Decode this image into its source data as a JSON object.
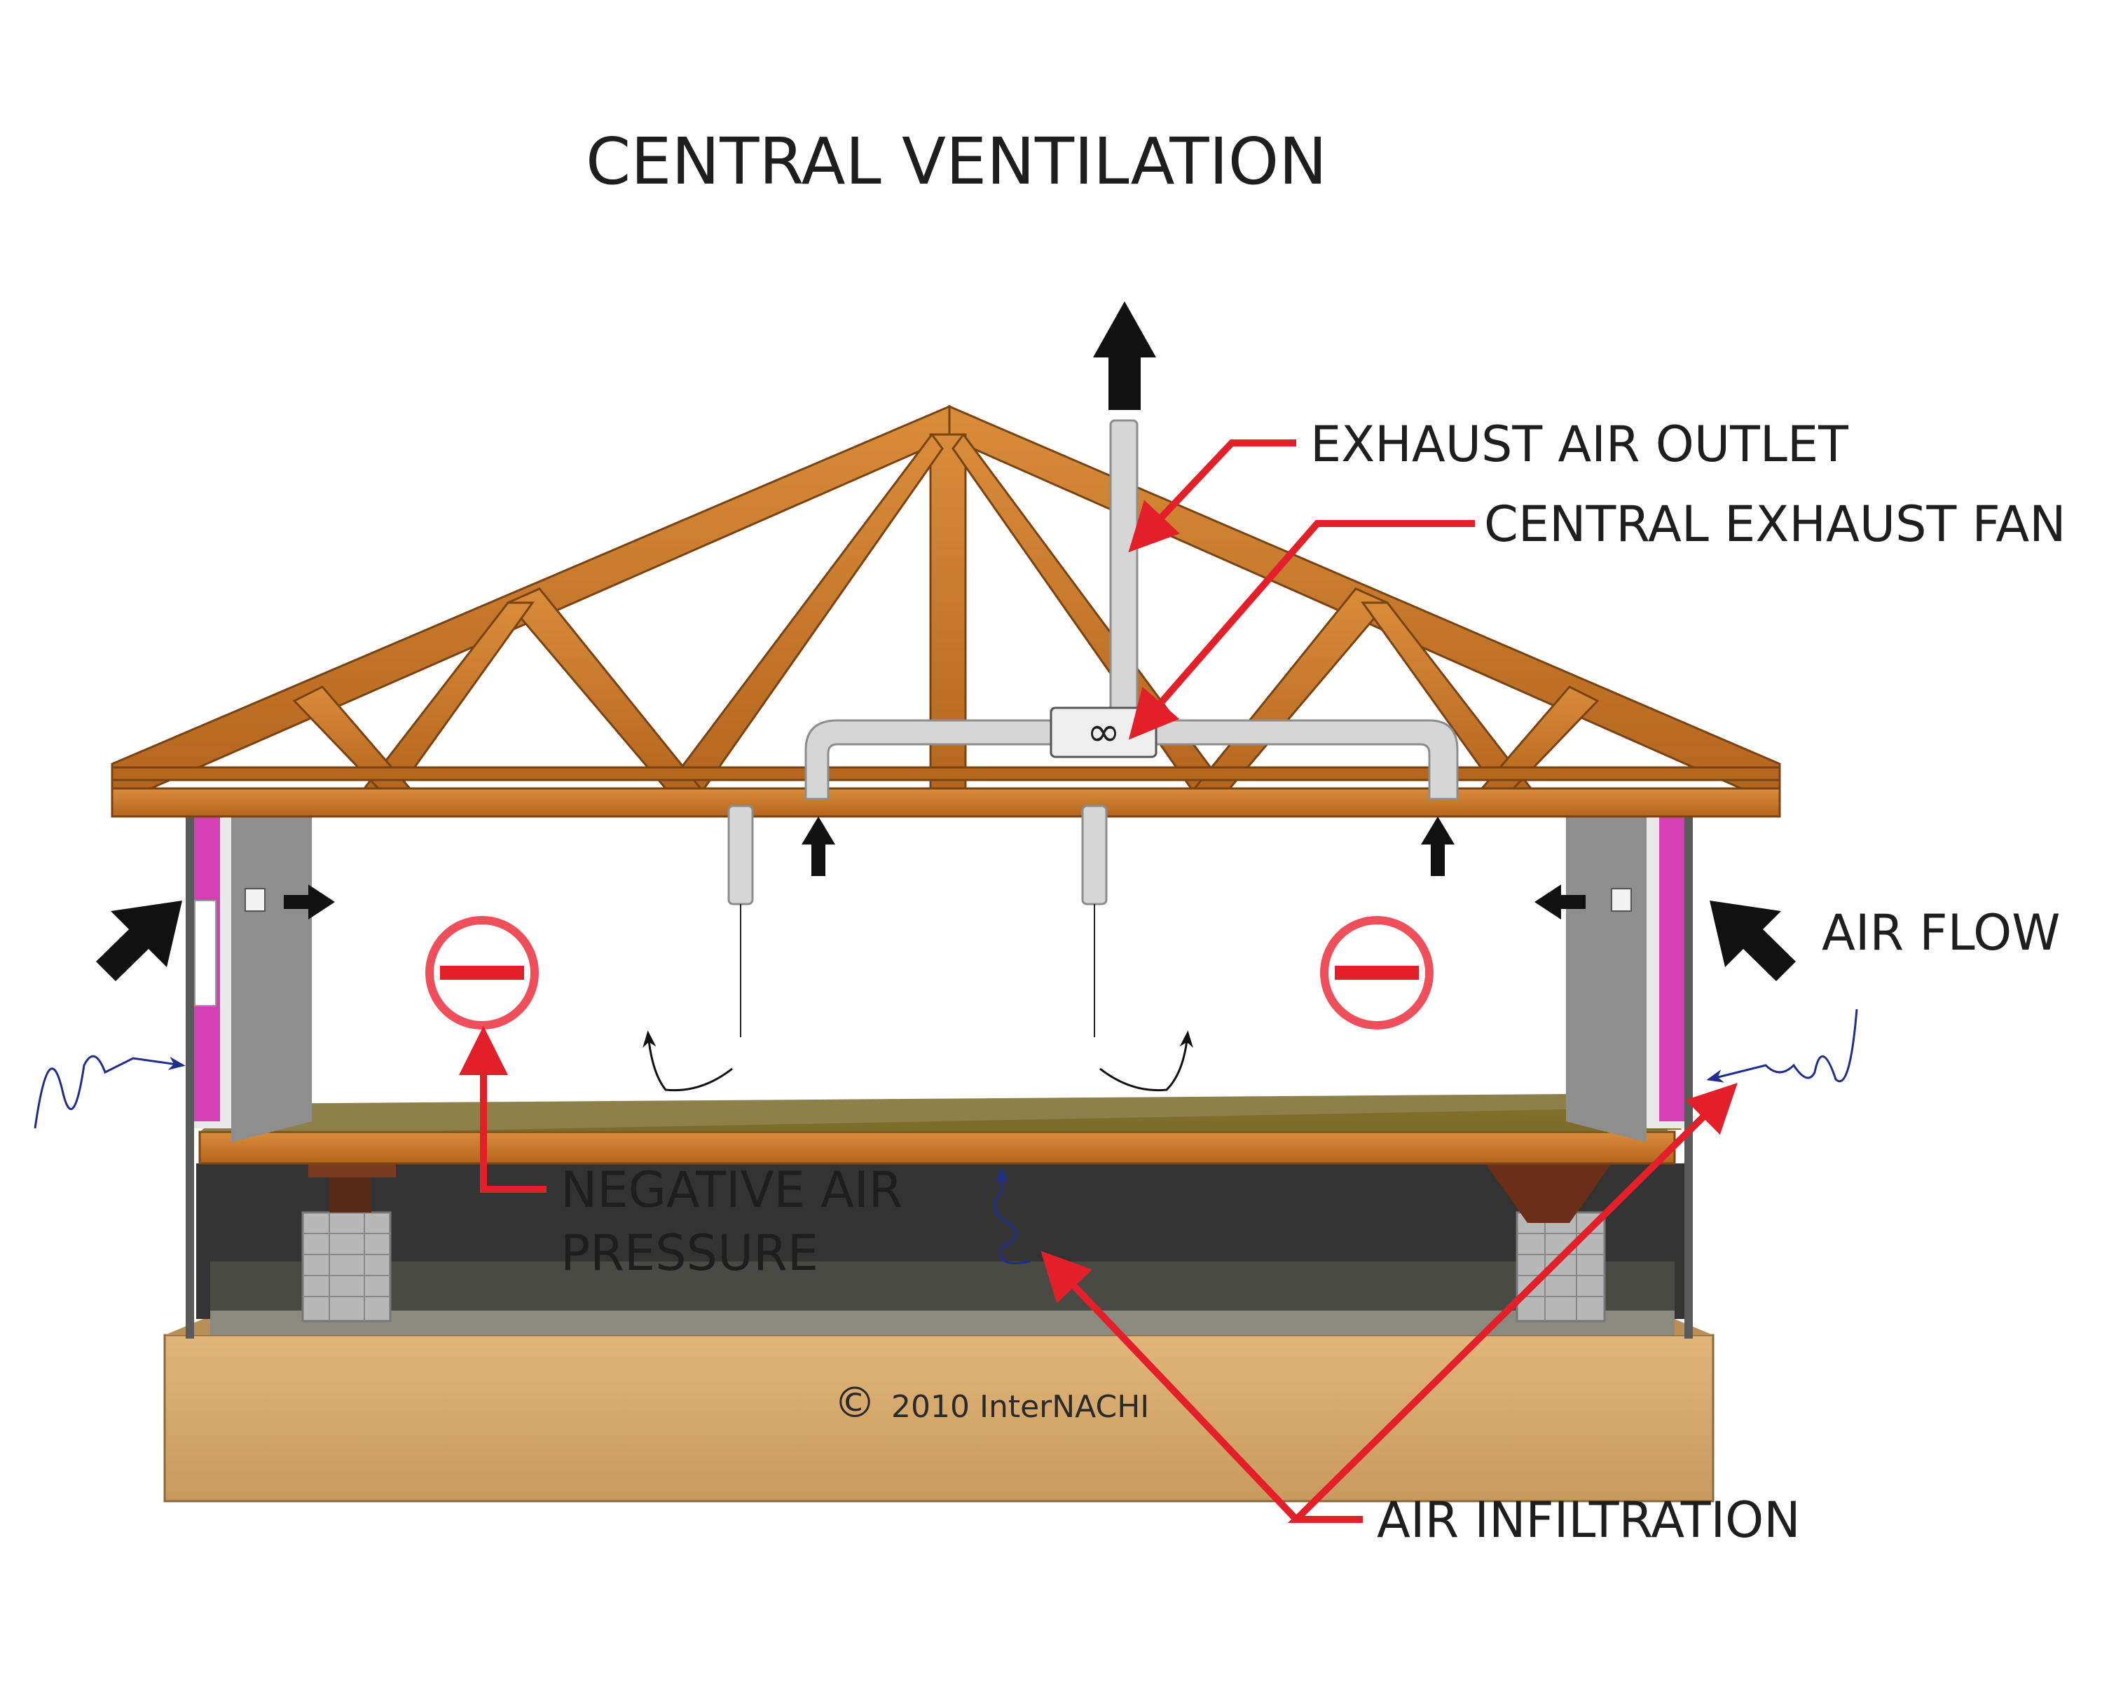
{
  "title": "CENTRAL VENTILATION",
  "labels": {
    "exhaust_outlet": "EXHAUST AIR OUTLET",
    "exhaust_fan": "CENTRAL EXHAUST FAN",
    "air_flow": "AIR FLOW",
    "negative_pressure_line1": "NEGATIVE AIR",
    "negative_pressure_line2": "PRESSURE",
    "air_infiltration": "AIR INFILTRATION"
  },
  "copyright": "2010  InterNACHI",
  "colors": {
    "callout_red": "#e3202a",
    "negative_symbol_red": "#ee4f5a",
    "wood_truss": "#c77a2c",
    "wood_dark": "#8a4c17",
    "duct_gray": "#d6d6d6",
    "wall_gray": "#8e8e8e",
    "insulation_pink": "#d53fb4",
    "foundation_tan": "#d4a66a",
    "infiltration_blue": "#1f2d8c",
    "arrow_black": "#111111"
  },
  "icons": [
    "negative-pressure-icon",
    "fan-symbol-icon",
    "air-flow-arrow-icon"
  ]
}
